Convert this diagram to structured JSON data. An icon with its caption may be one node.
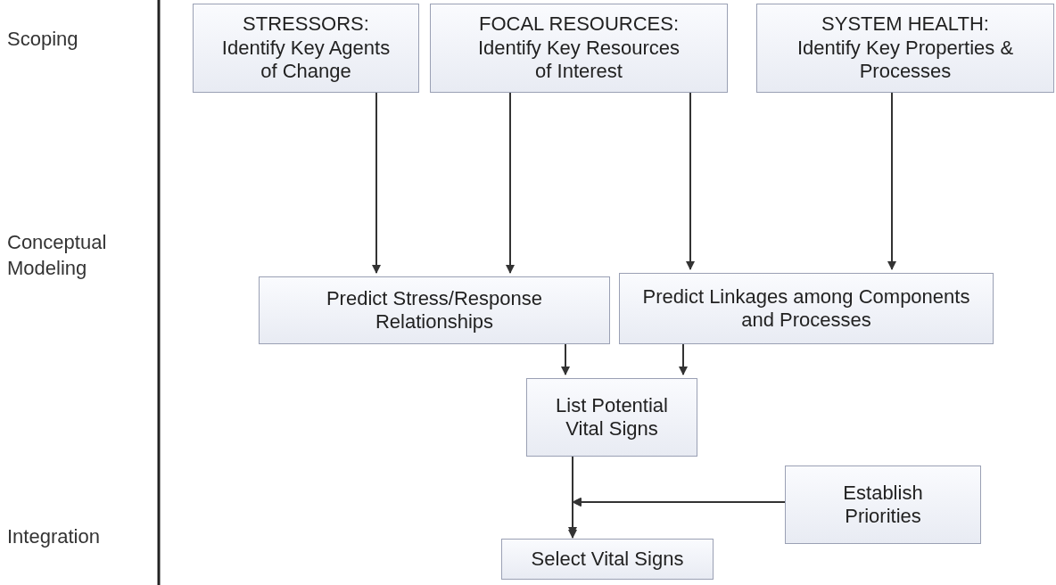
{
  "diagram": {
    "nodes": [
      {
        "text": [
          "STRESSORS:",
          "Identify Key Agents of Change"
        ]
      },
      {
        "text": [
          "FOCAL RESOURCES:",
          "Identify Key Resources of Interest"
        ]
      },
      {
        "text": [
          "SYSTEM HEALTH:",
          "Identify Key Properties & Processes"
        ]
      },
      {
        "text": [
          "Predict Stress/Response Relationships"
        ]
      },
      {
        "text": [
          "Predict Linkages among Components and Processes"
        ]
      },
      {
        "text": [
          "List Potential Vital Signs"
        ]
      },
      {
        "text": [
          "Establish Priorities"
        ]
      },
      {
        "text": [
          "Select Vital Signs"
        ]
      }
    ],
    "edges": [
      {
        "from": 0,
        "to": 3,
        "arrow": "to"
      },
      {
        "from": 1,
        "to": 3,
        "arrow": "to"
      },
      {
        "from": 1,
        "to": 4,
        "arrow": "to"
      },
      {
        "from": 2,
        "to": 4,
        "arrow": "to"
      },
      {
        "from": 3,
        "to": 5,
        "arrow": "to"
      },
      {
        "from": 4,
        "to": 5,
        "arrow": "to"
      },
      {
        "from": 5,
        "to": 7,
        "arrow": "to"
      },
      {
        "from": 6,
        "to": 7,
        "arrow": "to"
      }
    ],
    "labels": [
      "Scoping",
      "Conceptual Modeling",
      "Integration"
    ]
  }
}
